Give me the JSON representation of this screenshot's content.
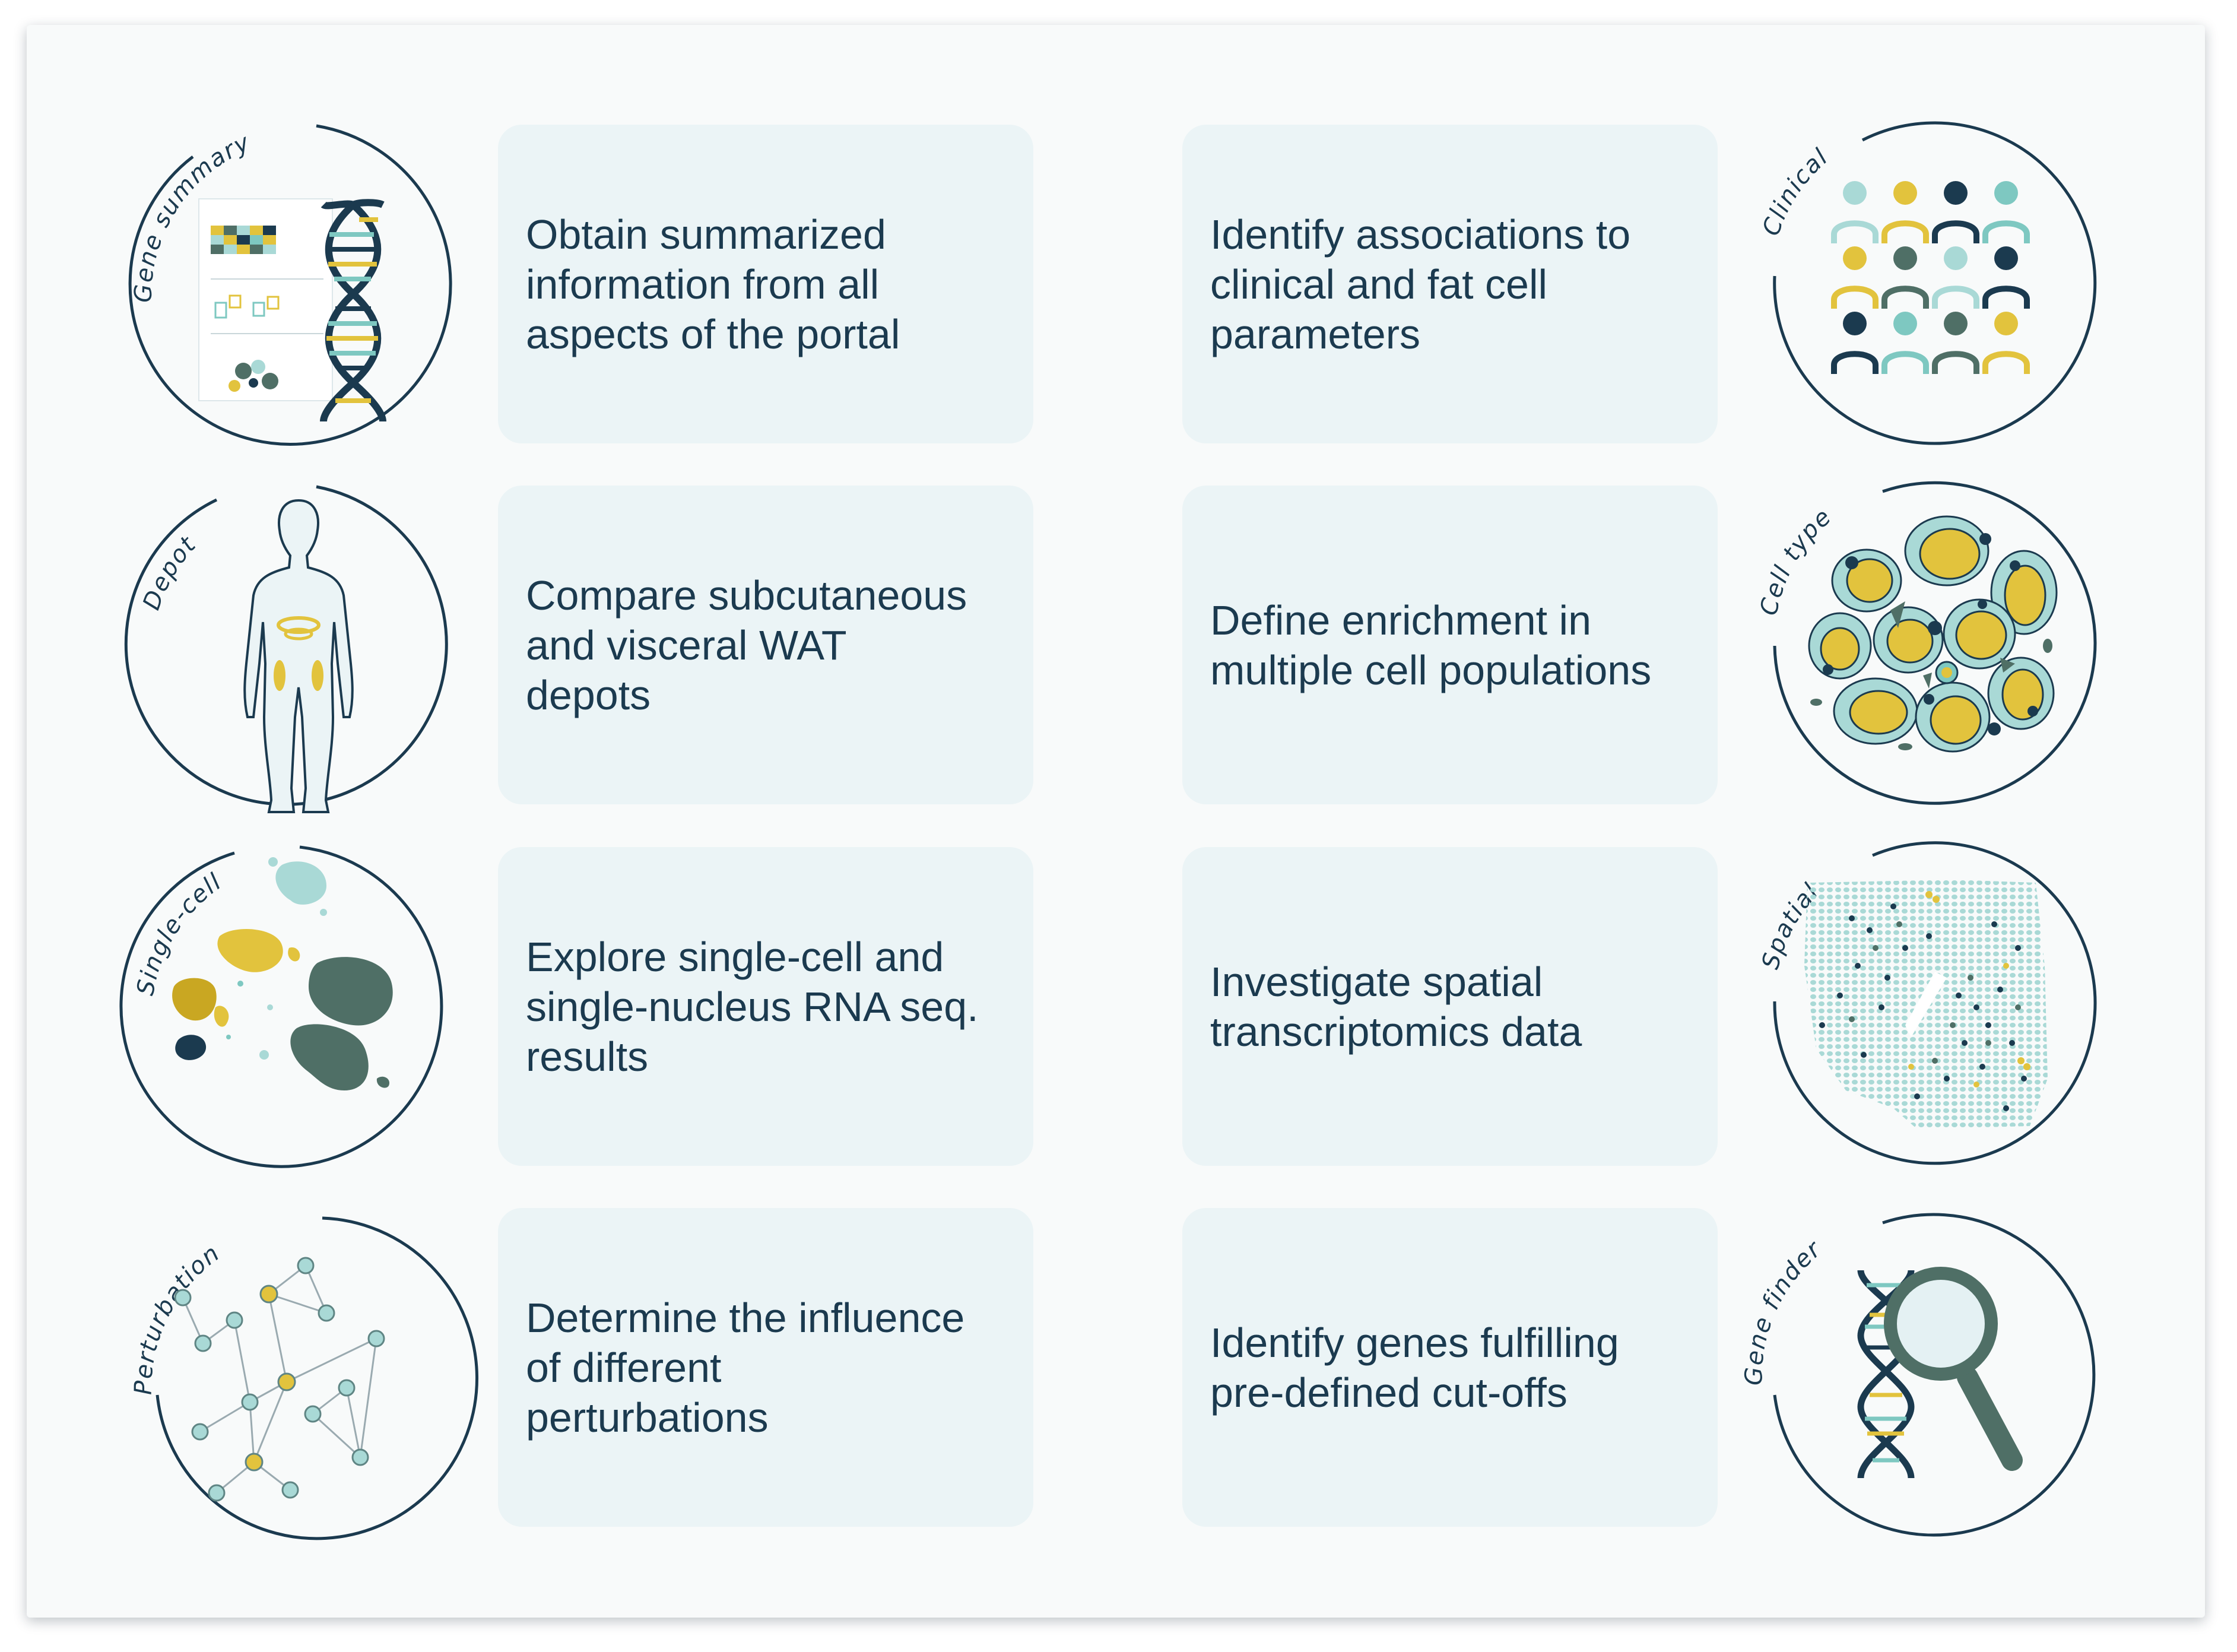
{
  "colors": {
    "navy": "#1b3a4f",
    "teal_light": "#a9d9d6",
    "teal_mid": "#7ec8c1",
    "teal_dark": "#4f6f66",
    "yellow": "#e2c33d",
    "yellow_dark": "#c9a722",
    "card_bg": "#ebf4f6",
    "page_bg": "#f8fafa"
  },
  "left_column": [
    {
      "label": "Gene summary",
      "icon": "gene-summary-icon",
      "text": "Obtain summarized\ninformation from all\naspects of the portal"
    },
    {
      "label": "Depot",
      "icon": "human-body-icon",
      "text": "Compare subcutaneous\nand  visceral WAT\ndepots"
    },
    {
      "label": "Single-cell",
      "icon": "umap-cluster-icon",
      "text": "Explore single-cell and\nsingle-nucleus RNA seq.\nresults"
    },
    {
      "label": "Perturbation",
      "icon": "network-graph-icon",
      "text": "Determine the influence\nof different\nperturbations"
    }
  ],
  "right_column": [
    {
      "label": "Clinical",
      "icon": "people-icon",
      "text": "Identify associations to\nclinical and fat cell\nparameters"
    },
    {
      "label": "Cell type",
      "icon": "adipocyte-cells-icon",
      "text": "Define enrichment in\nmultiple cell populations"
    },
    {
      "label": "Spatial",
      "icon": "spatial-spots-icon",
      "text": "Investigate spatial\ntranscriptomics data"
    },
    {
      "label": "Gene finder",
      "icon": "magnifier-dna-icon",
      "text": "Identify genes fulfilling\npre-defined cut-offs"
    }
  ]
}
